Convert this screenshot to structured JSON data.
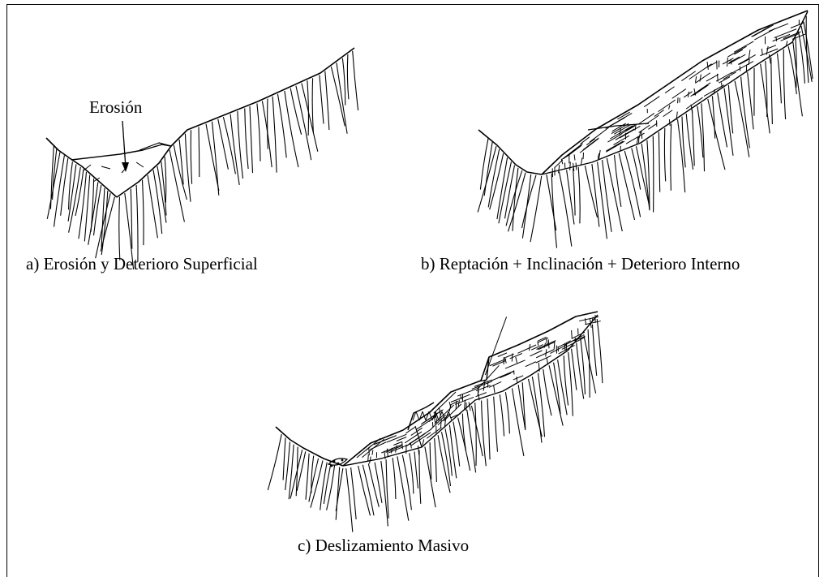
{
  "panels": {
    "a": {
      "caption": "a) Erosión y Deterioro Superficial",
      "annotation": "Erosión"
    },
    "b": {
      "caption": "b) Reptación + Inclinación + Deterioro Interno"
    },
    "c": {
      "caption": "c) Deslizamiento Masivo"
    }
  },
  "colors": {
    "ink": "#000000",
    "background": "#ffffff"
  }
}
